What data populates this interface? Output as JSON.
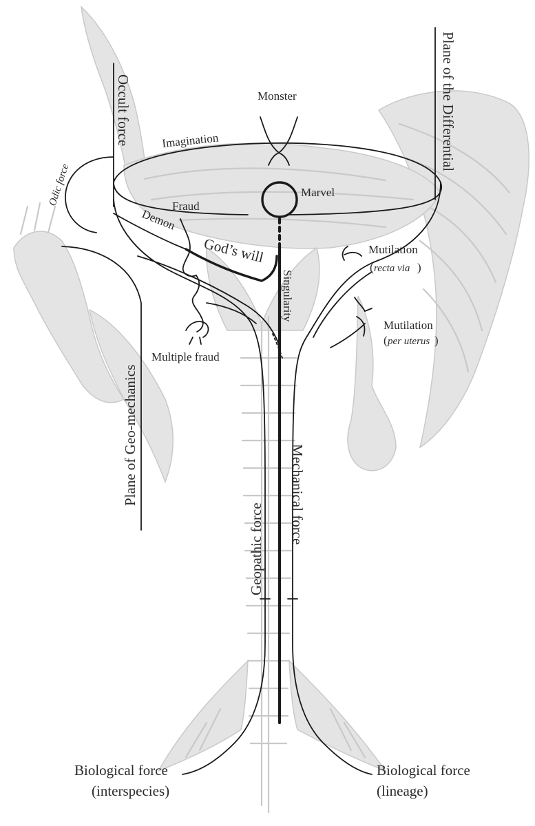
{
  "diagram": {
    "labels": {
      "monster": "Monster",
      "imagination": "Imagination",
      "occult_force": "Occult force",
      "odic_force": "Odic force",
      "plane_differential": "Plane of the Differential",
      "marvel": "Marvel",
      "fraud": "Fraud",
      "demon": "Demon",
      "gods_will": "God’s will",
      "singularity": "Singularity",
      "mutilation_1": "Mutilation",
      "recta_via": "recta via",
      "mutilation_2": "Mutilation",
      "per_uterus": "per uterus",
      "multiple_fraud": "Multiple fraud",
      "plane_geo_mechanics": "Plane of Geo-mechanics",
      "geopathic_force": "Geopathic force",
      "mechanical_force": "Mechanical force",
      "bio_interspecies_1": "Biological force",
      "bio_interspecies_2": "(interspecies)",
      "bio_lineage_1": "Biological force",
      "bio_lineage_2": "(lineage)"
    }
  }
}
